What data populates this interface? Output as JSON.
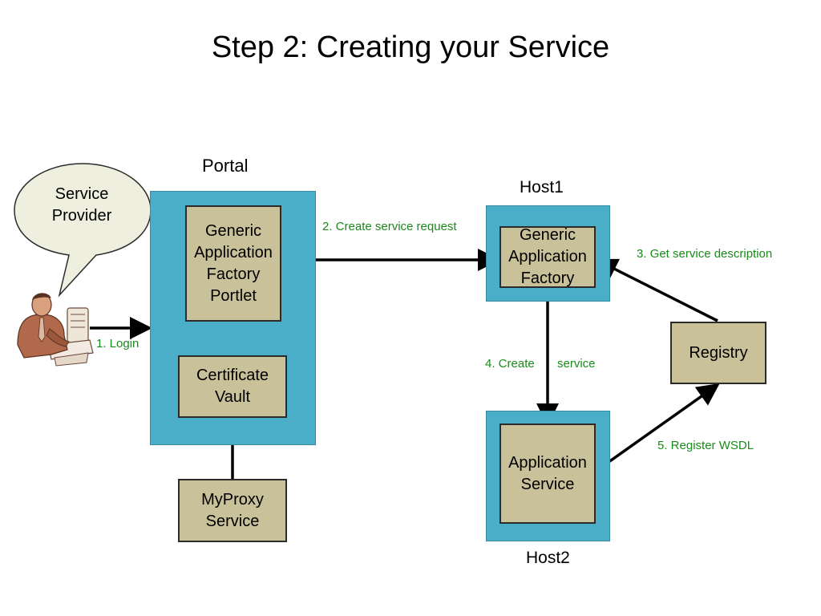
{
  "title": "Step 2: Creating your Service",
  "actors": {
    "service_provider": "Service\nProvider"
  },
  "groups": {
    "portal": "Portal",
    "host1": "Host1",
    "host2": "Host2"
  },
  "nodes": {
    "portal_factory": "Generic\nApplication\nFactory\nPortlet",
    "certificate_vault": "Certificate\nVault",
    "myproxy": "MyProxy\nService",
    "host1_factory": "Generic\nApplication\nFactory",
    "app_service": "Application\nService",
    "registry": "Registry"
  },
  "steps": {
    "login": "1. Login",
    "create_request": "2. Create service request",
    "get_description": "3. Get service description",
    "create_service_a": "4. Create",
    "create_service_b": "service",
    "register_wsdl": "5. Register WSDL"
  },
  "colors": {
    "container": "#4aaec8",
    "node": "#c9c19a",
    "step_text": "#1a8a1a",
    "bubble": "#efefdf"
  }
}
